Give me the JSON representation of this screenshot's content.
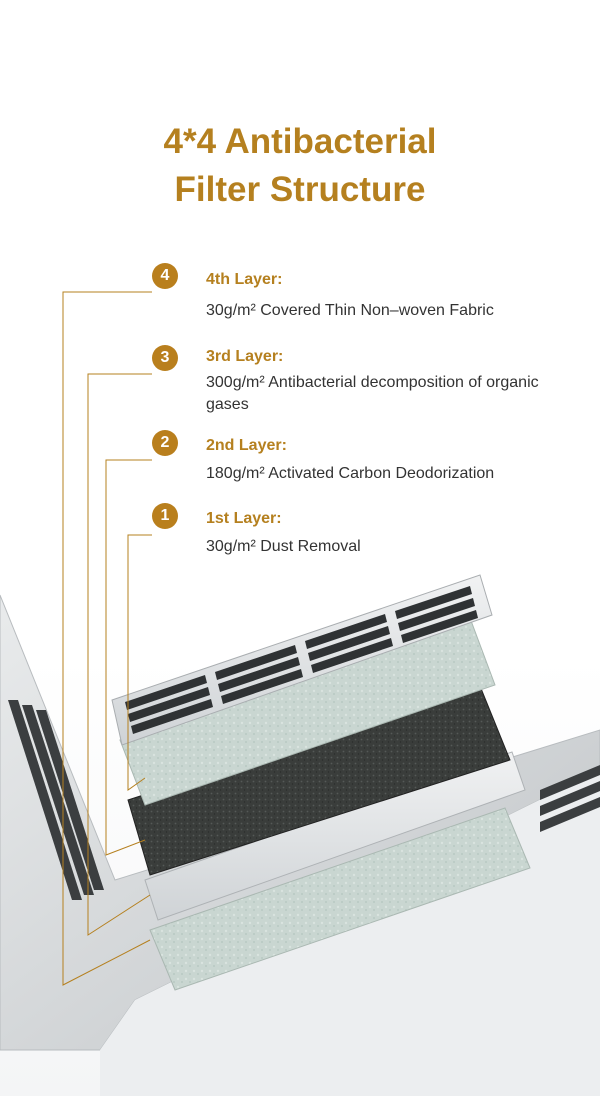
{
  "title": {
    "line1": "4*4 Antibacterial",
    "line2": "Filter Structure"
  },
  "layers": [
    {
      "number": "4",
      "name": "4th Layer:",
      "desc": "30g/m²  Covered Thin Non–woven Fabric"
    },
    {
      "number": "3",
      "name": "3rd Layer:",
      "desc": "300g/m²  Antibacterial decomposition of organic gases"
    },
    {
      "number": "2",
      "name": "2nd Layer:",
      "desc": "180g/m²  Activated Carbon Deodorization"
    },
    {
      "number": "1",
      "name": "1st Layer:",
      "desc": "30g/m² Dust Removal"
    }
  ],
  "colors": {
    "accent": "#b5801f",
    "badge": "#b97f1d",
    "text": "#333333",
    "metal": "#dfe2e4",
    "carbon": "#3a3d3b",
    "fabric": "#c9d6d1"
  }
}
